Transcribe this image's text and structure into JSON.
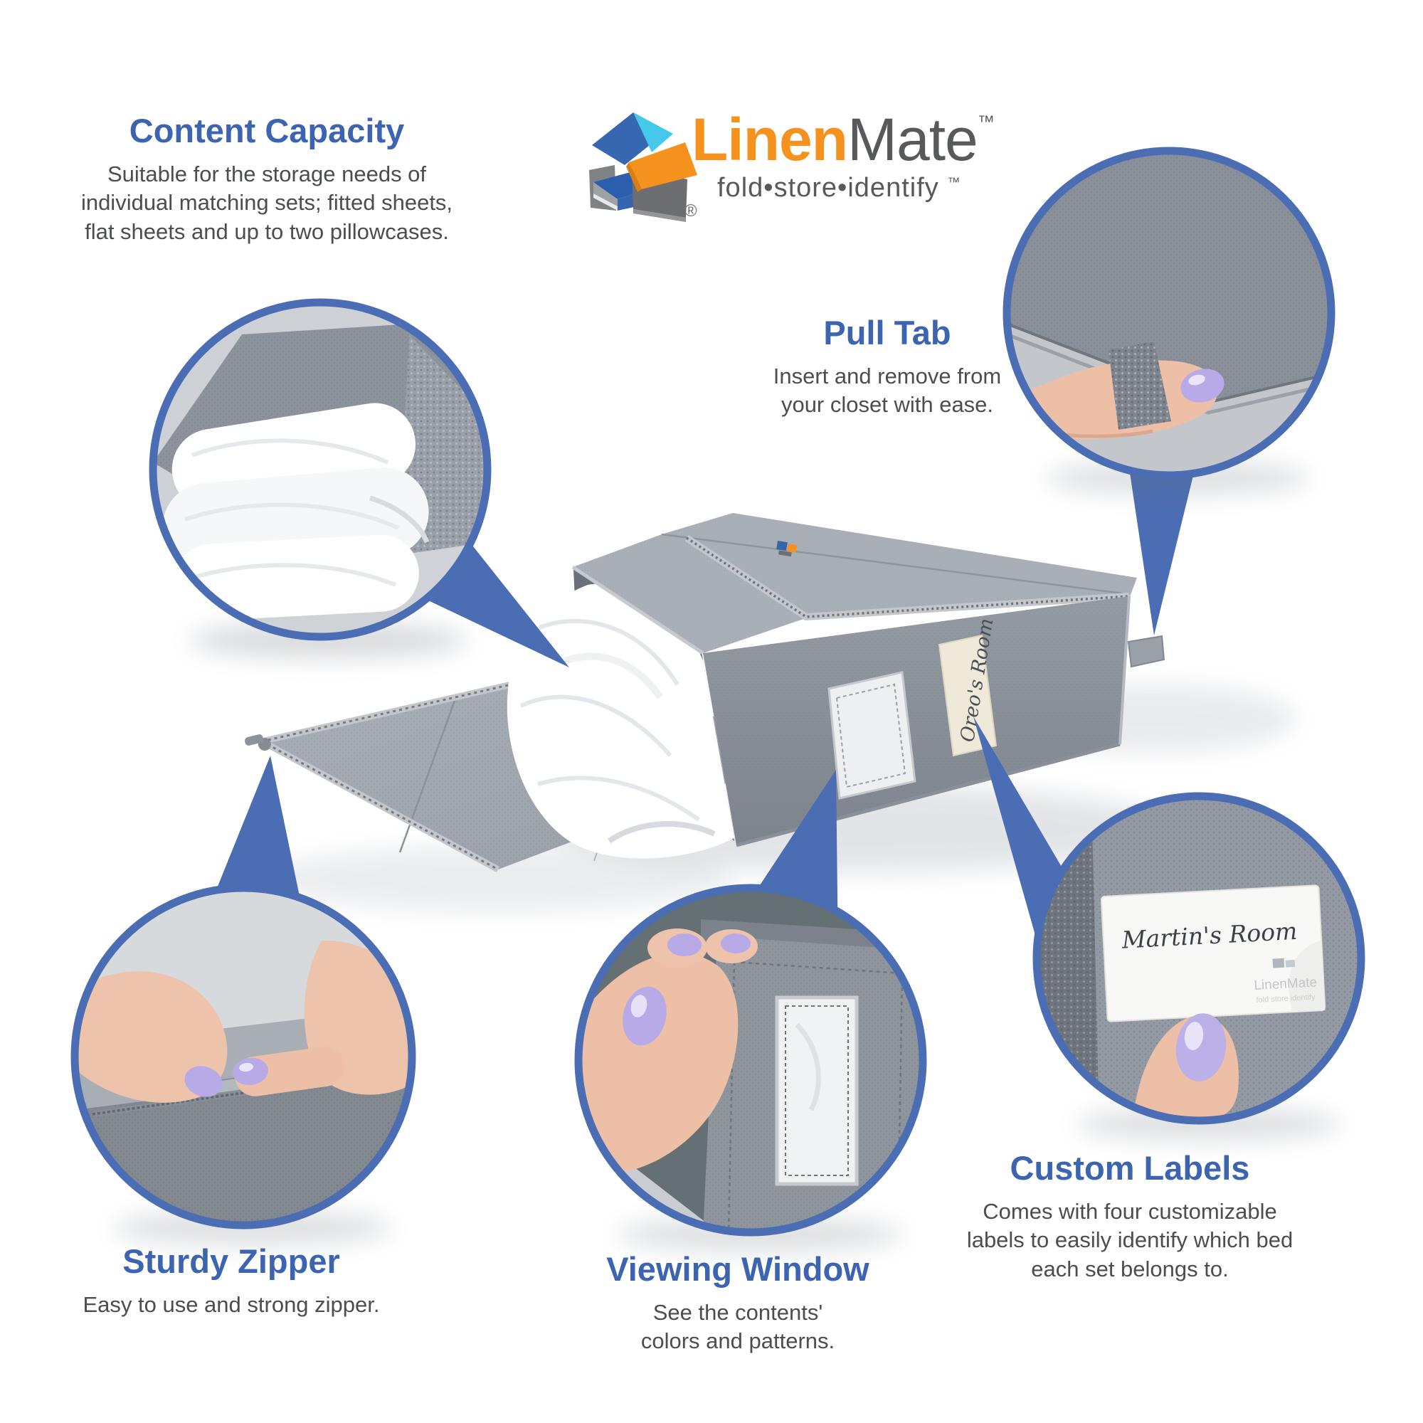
{
  "brand": {
    "name_primary": "Linen",
    "name_secondary": "Mate",
    "trademark": "™",
    "registered": "®",
    "tagline": "fold•store•identify",
    "colors": {
      "orange": "#f5921e",
      "dark_gray": "#58595b",
      "logo_blue": "#3465ad",
      "logo_cyan": "#45c8e9"
    }
  },
  "accent_colors": {
    "heading_blue": "#3d64b0",
    "callout_blue": "#4b6db3",
    "body_text": "#4b4d50"
  },
  "features": [
    {
      "title": "Content Capacity",
      "description": "Suitable for the storage needs of\nindividual matching sets; fitted sheets,\nflat sheets and up to two pillowcases."
    },
    {
      "title": "Pull Tab",
      "description": "Insert and remove from\nyour closet with ease."
    },
    {
      "title": "Sturdy Zipper",
      "description": "Easy to use and strong zipper."
    },
    {
      "title": "Viewing Window",
      "description": "See the contents'\ncolors and patterns."
    },
    {
      "title": "Custom Labels",
      "description": "Comes with four customizable\nlabels to easily identify which bed\neach set belongs to."
    }
  ],
  "product": {
    "box_label": "Oreo's Room",
    "circle_label": "Martin's Room",
    "watermark_name": "LinenMate",
    "watermark_tagline": "fold store identify"
  }
}
